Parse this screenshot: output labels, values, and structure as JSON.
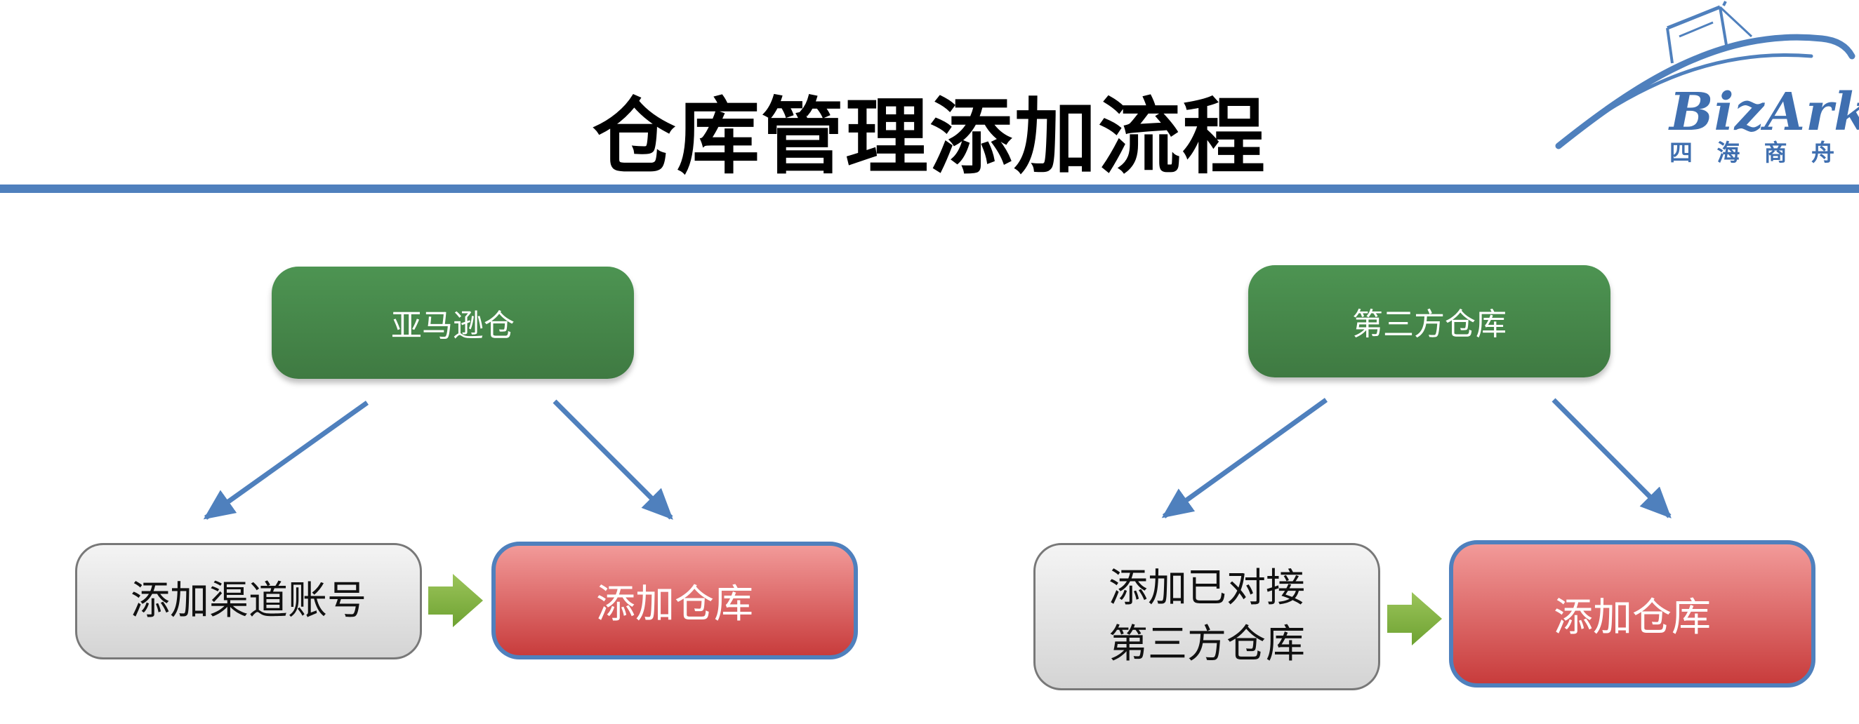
{
  "title": "仓库管理添加流程",
  "logo": {
    "brand": "BizArk",
    "subtitle": [
      "四",
      "海",
      "商",
      "舟"
    ]
  },
  "colors": {
    "rule": "#4f80bd",
    "arrow": "#4f80bd",
    "green_box": "#468a4a",
    "red_box": "#e06666",
    "gray_box": "#e3e3e3",
    "small_arrow": "#7eb23d"
  },
  "left_flow": {
    "source": "亚马逊仓",
    "step_one": "添加渠道账号",
    "step_two": "添加仓库"
  },
  "right_flow": {
    "source": "第三方仓库",
    "step_one_line1": "添加已对接",
    "step_one_line2": "第三方仓库",
    "step_two": "添加仓库"
  }
}
